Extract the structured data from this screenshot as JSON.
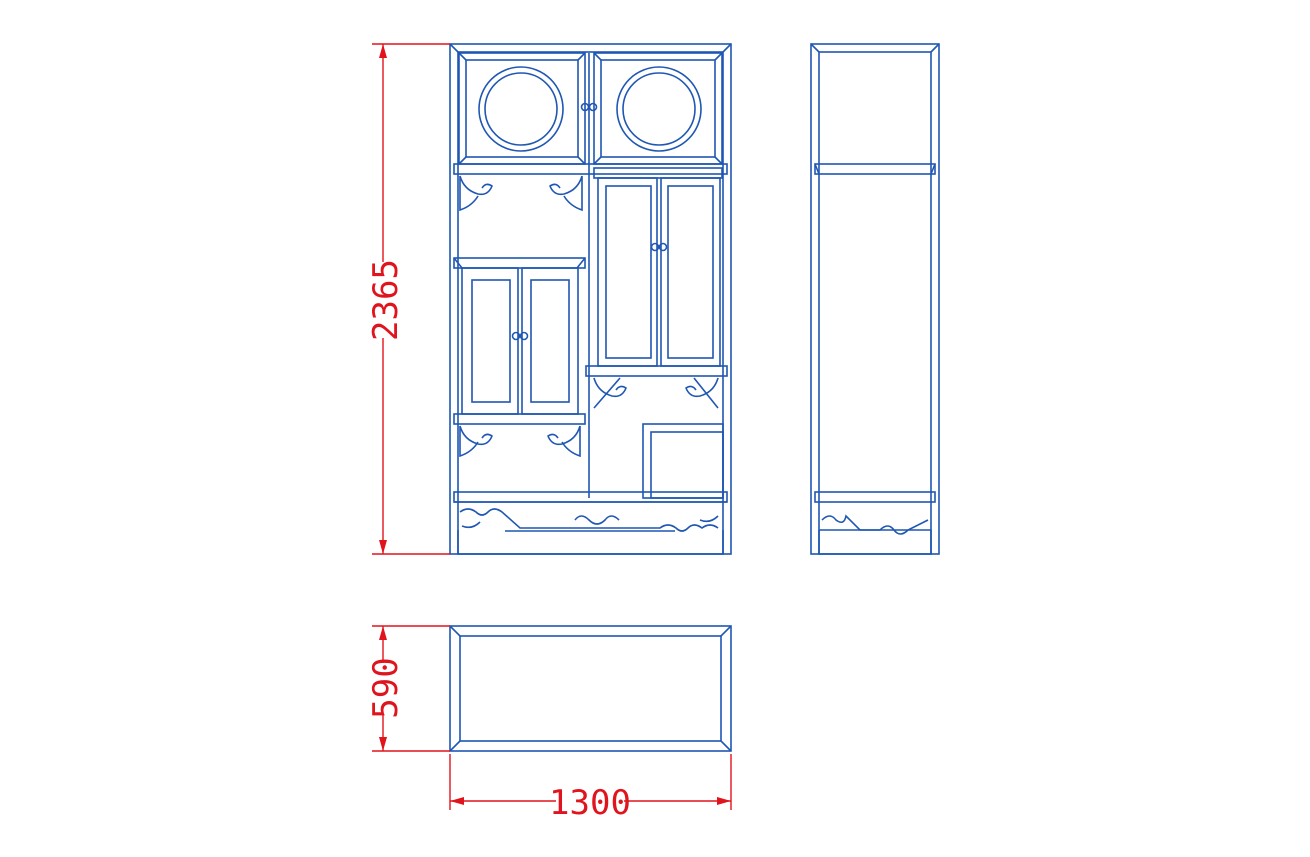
{
  "dimensions": {
    "height_label": "2365",
    "depth_label": "590",
    "width_label": "1300"
  },
  "colors": {
    "outline": "#1f57b3",
    "dimension": "#e0141c",
    "background": "#ffffff"
  }
}
